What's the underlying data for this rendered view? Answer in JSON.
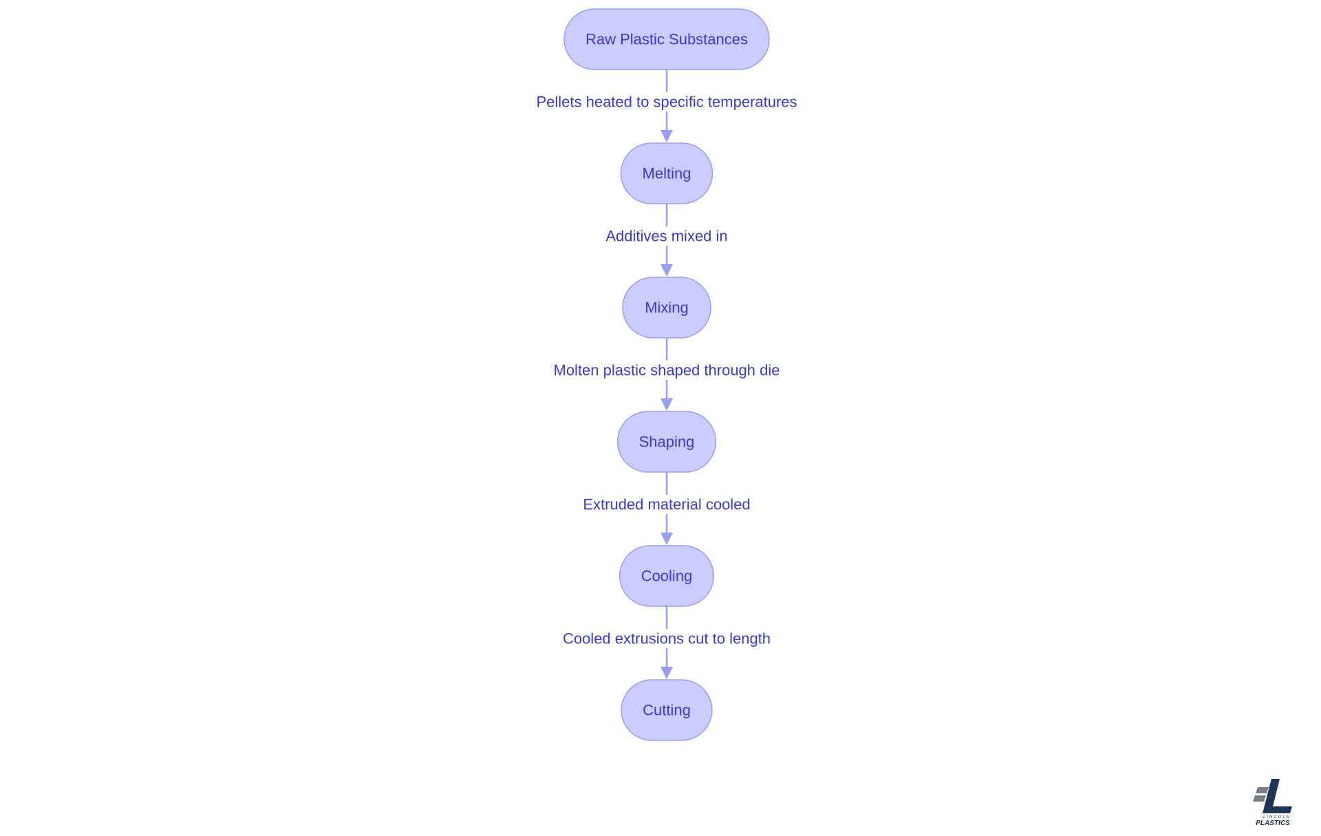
{
  "diagram": {
    "type": "flowchart",
    "direction": "top-to-bottom",
    "nodes": [
      {
        "id": "raw",
        "label": "Raw Plastic Substances"
      },
      {
        "id": "melting",
        "label": "Melting"
      },
      {
        "id": "mixing",
        "label": "Mixing"
      },
      {
        "id": "shaping",
        "label": "Shaping"
      },
      {
        "id": "cooling",
        "label": "Cooling"
      },
      {
        "id": "cutting",
        "label": "Cutting"
      }
    ],
    "edges": [
      {
        "from": "raw",
        "to": "melting",
        "label": "Pellets heated to specific temperatures"
      },
      {
        "from": "melting",
        "to": "mixing",
        "label": "Additives mixed in"
      },
      {
        "from": "mixing",
        "to": "shaping",
        "label": "Molten plastic shaped through die"
      },
      {
        "from": "shaping",
        "to": "cooling",
        "label": "Extruded material cooled"
      },
      {
        "from": "cooling",
        "to": "cutting",
        "label": "Cooled extrusions cut to length"
      }
    ]
  },
  "logo": {
    "name": "lincoln-plastics-logo",
    "line1": "LINCOLN",
    "line2": "PLASTICS"
  },
  "colors": {
    "node_fill": "#cbccff",
    "node_stroke": "#9a9ef0",
    "text": "#3a3ad0",
    "edge": "#9a9ef0",
    "logo_navy": "#1e3556",
    "logo_gray": "#7a7f86"
  }
}
